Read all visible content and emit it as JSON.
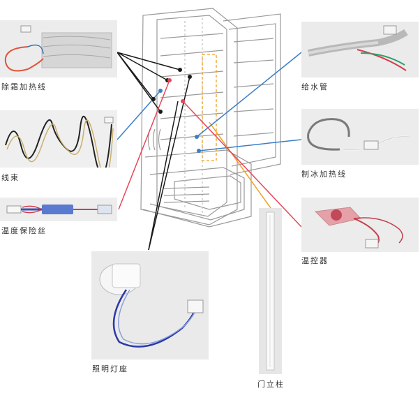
{
  "parts": {
    "defrost_heater": {
      "label": "除霜加热线",
      "icon": "defrost-heater-wire"
    },
    "wire_harness": {
      "label": "线束",
      "icon": "wire-harness"
    },
    "thermal_fuse": {
      "label": "温度保险丝",
      "icon": "thermal-fuse"
    },
    "lamp_holder": {
      "label": "照明灯座",
      "icon": "lamp-socket"
    },
    "door_pillar": {
      "label": "门立柱",
      "icon": "door-pillar"
    },
    "water_pipe": {
      "label": "给水管",
      "icon": "water-supply-pipe"
    },
    "ice_heater": {
      "label": "制冰加热线",
      "icon": "ice-maker-heater"
    },
    "thermostat": {
      "label": "温控器",
      "icon": "thermostat"
    }
  },
  "colors": {
    "leader_black": "#1a1a1a",
    "leader_blue": "#3b7ec8",
    "leader_red": "#e8465a",
    "leader_orange": "#f0a020",
    "fridge_outline": "#9a9a9a"
  }
}
